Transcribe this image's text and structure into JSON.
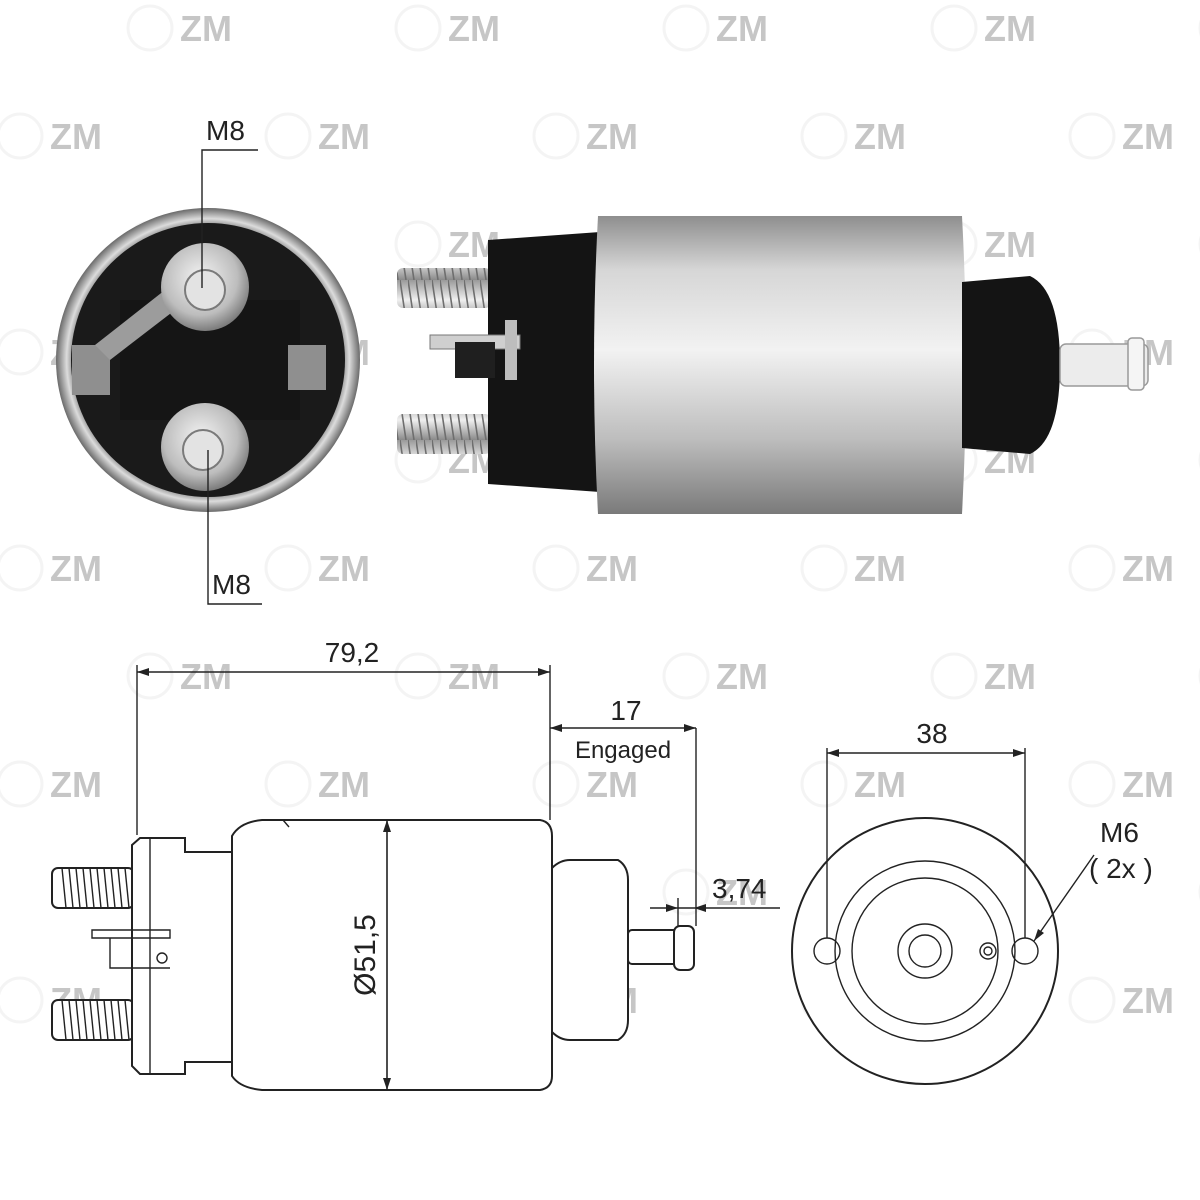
{
  "watermark": {
    "text": "ZM",
    "color": "#cfcfcf"
  },
  "photo_end_view": {
    "top_terminal_label": "M8",
    "bottom_terminal_label": "M8"
  },
  "drawing_side_view": {
    "overall_length": "79,2",
    "plunger_travel": "17",
    "plunger_travel_note": "Engaged",
    "plunger_tip": "3,74",
    "body_diameter": "Ø51,5"
  },
  "drawing_front_view": {
    "hole_spacing": "38",
    "mount_thread": "M6",
    "mount_thread_qty": "( 2x )"
  },
  "colors": {
    "line": "#222222",
    "cap_black": "#141414",
    "body_silver": "#b8b8b8",
    "stud_steel": "#c9c9c9"
  }
}
